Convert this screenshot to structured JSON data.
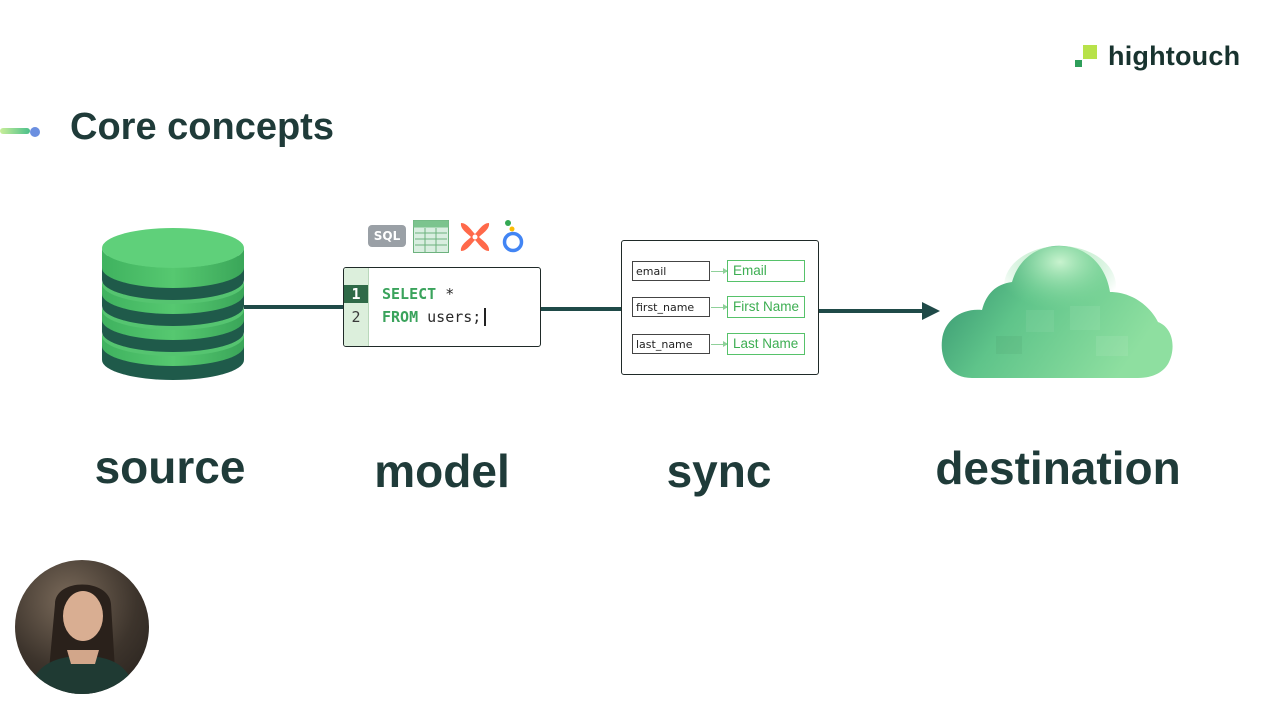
{
  "brand": {
    "name": "hightouch",
    "colors": {
      "accent": "#b8e24a",
      "primary": "#2e9e5a",
      "text": "#1f3b39"
    }
  },
  "title": "Core concepts",
  "tool_icons": [
    {
      "name": "sql-icon",
      "label": "SQL"
    },
    {
      "name": "table-icon"
    },
    {
      "name": "dbt-icon"
    },
    {
      "name": "looker-icon"
    }
  ],
  "editor": {
    "lines": [
      {
        "number": "1",
        "keyword": "SELECT",
        "rest": " *"
      },
      {
        "number": "2",
        "keyword": "FROM",
        "rest": " users;"
      }
    ]
  },
  "sync": {
    "mappings": [
      {
        "source": "email",
        "destination": "Email"
      },
      {
        "source": "first_name",
        "destination": "First Name"
      },
      {
        "source": "last_name",
        "destination": "Last Name"
      }
    ]
  },
  "stages": {
    "source": "source",
    "model": "model",
    "sync": "sync",
    "destination": "destination"
  },
  "presenter": {
    "icon": "presenter-video"
  }
}
